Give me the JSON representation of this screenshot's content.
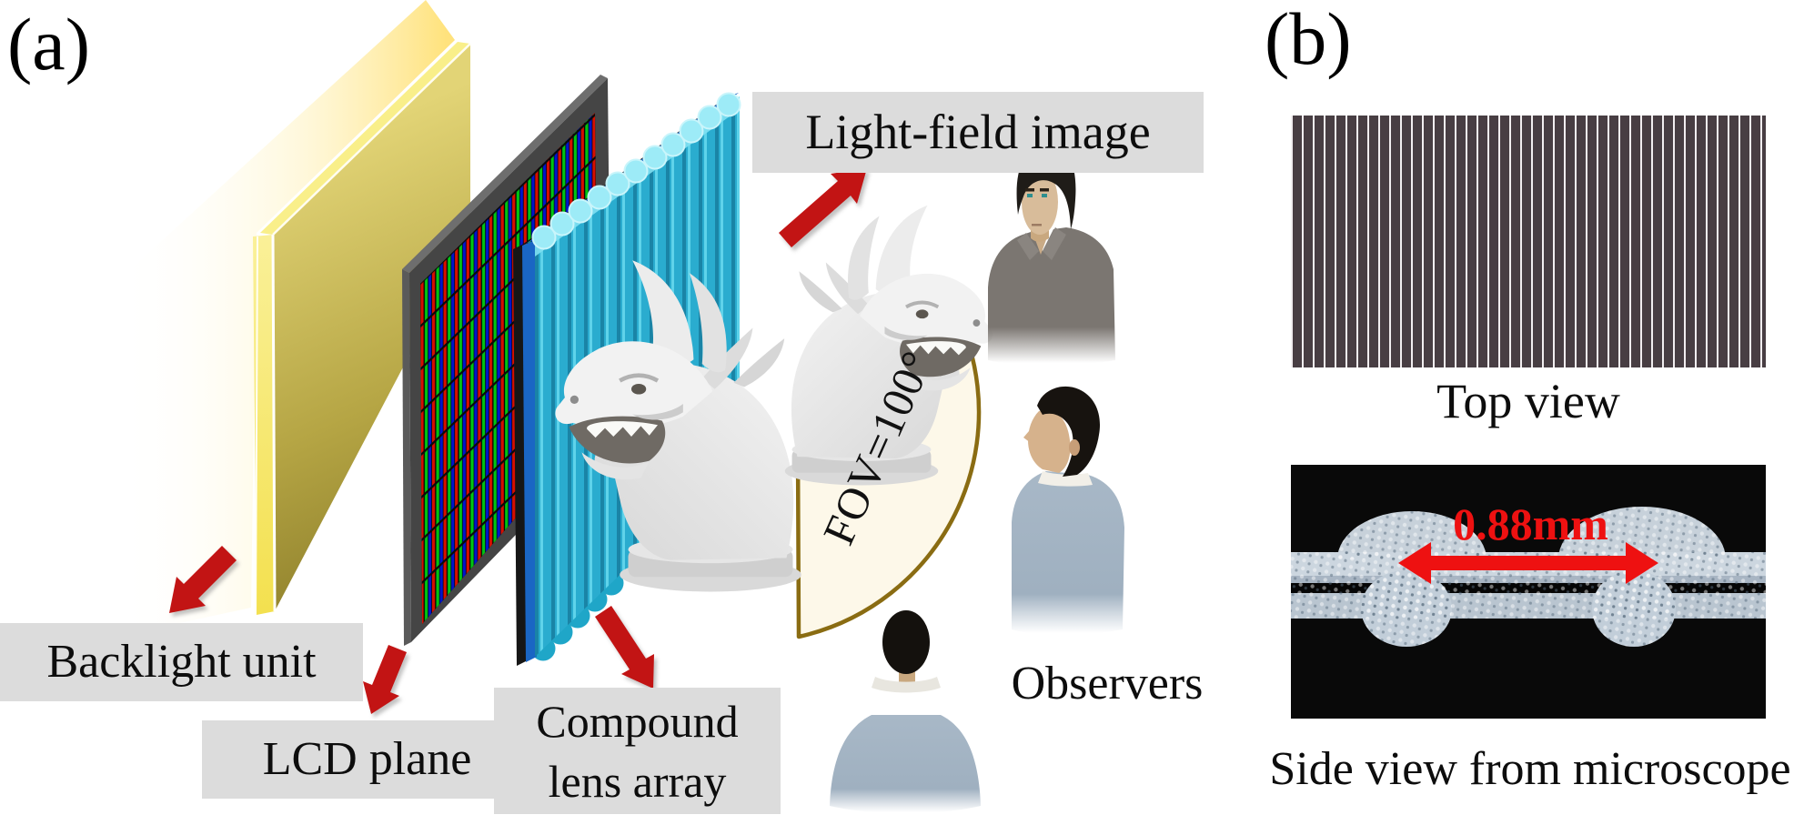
{
  "panel_a": {
    "tag": "(a)",
    "light_field_label": "Light-field image",
    "fov_label": "FOV=100°",
    "backlight_label": "Backlight unit",
    "lcd_label": "LCD plane",
    "lens_label_line1": "Compound",
    "lens_label_line2": "lens array",
    "observers_label": "Observers"
  },
  "panel_b": {
    "tag": "(b)",
    "top_view_caption": "Top view",
    "side_view_caption": "Side view from microscope",
    "lens_pitch_label": "0.88mm"
  },
  "colors": {
    "label_bg": "#dcdcdc",
    "arrow_red": "#c21414",
    "annotation_red": "#ee1111",
    "text_color": "#0d0d0d",
    "backlight_yellow": "#baa945",
    "backlight_edge_yellow": "#f7e95f",
    "lcd_frame_gray": "#454545",
    "pixel_green": "#00c414",
    "pixel_blue": "#0015cc",
    "pixel_red": "#d60f00",
    "lens_cyan": "#2aaccf",
    "lens_cyan_light": "#9debf7",
    "lens_back_blue": "#1a66c4",
    "fan_fill": "#fdf8e9",
    "fan_border": "#8a6c12"
  }
}
